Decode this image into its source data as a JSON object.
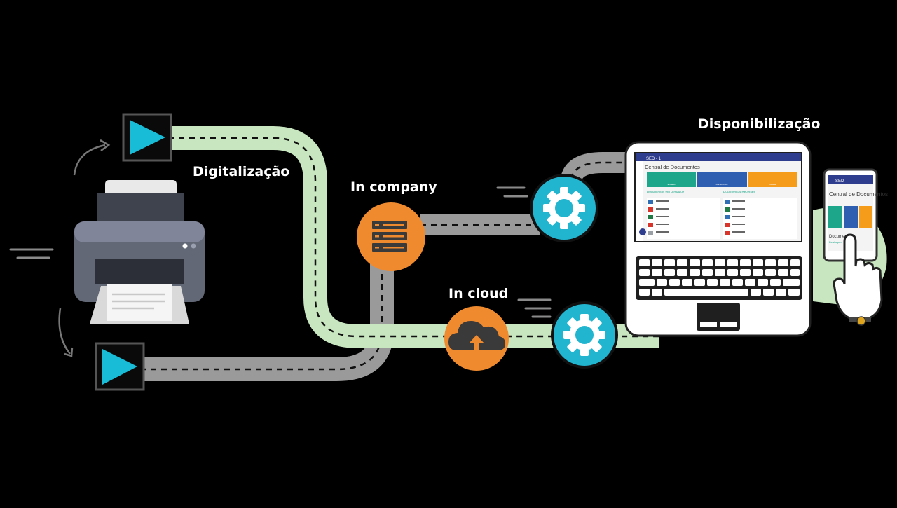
{
  "labels": {
    "digitalizacao": "Digitalização",
    "in_company": "In company",
    "in_cloud": "In cloud",
    "disponibilizacao": "Disponibilização"
  },
  "laptop_screen": {
    "app_name": "SED - 1",
    "title": "Central de Documentos",
    "tiles": [
      "Enviado",
      "Documentos",
      "Buscar"
    ],
    "panels": [
      "Documentos em Destaque",
      "Documentos Recentes"
    ]
  },
  "phone_screen": {
    "app_name": "SED",
    "title": "Central de Documentos",
    "section": "Documentos",
    "sub": "Destaques"
  },
  "colors": {
    "green_path": "#c8e6c0",
    "gray_path": "#9a9a9a",
    "orange": "#ef8a2f",
    "teal": "#21b5d0",
    "printer_body": "#636877",
    "tile_green": "#1da68a",
    "tile_blue": "#2f5fb0",
    "tile_orange": "#f59c1a"
  },
  "icons": [
    "play-icon",
    "printer-icon",
    "server-icon",
    "cloud-upload-icon",
    "gear-icon",
    "laptop-icon",
    "smartphone-icon",
    "hand-pointer-icon"
  ]
}
